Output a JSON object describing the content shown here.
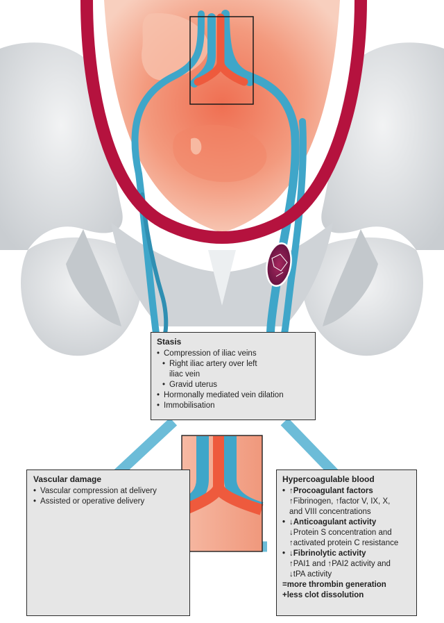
{
  "stasis": {
    "title": "Stasis",
    "items": [
      "Compression of iliac veins",
      "Right iliac artery over left",
      "iliac vein",
      "Gravid uterus",
      "Hormonally mediated vein dilation",
      "Immobilisation"
    ]
  },
  "vascular_damage": {
    "title": "Vascular damage",
    "items": [
      "Vascular compression at delivery",
      "Assisted or operative delivery"
    ]
  },
  "hypercoagulable": {
    "title": "Hypercoagulable blood",
    "lines": [
      "↑Procoagulant factors",
      "↑Fibrinogen, ↑factor V, IX, X,",
      "and VIII concentrations",
      "↓Anticoagulant activity",
      "↓Protein S concentration and",
      "↑activated protein C resistance",
      "↓Fibrinolytic activity",
      "↑PAI1 and ↑PAI2 activity and",
      "↓tPA activity",
      "=more thrombin generation",
      "+less clot dissolution"
    ]
  },
  "colors": {
    "artery": "#b5123e",
    "vein": "#3fa6c9",
    "uterus": "#f3b49b",
    "uterus_core": "#ec6a4e",
    "bone": "#d9dcdf",
    "triangle": "#6cbcd8",
    "box_fill": "#e6e6e6"
  }
}
